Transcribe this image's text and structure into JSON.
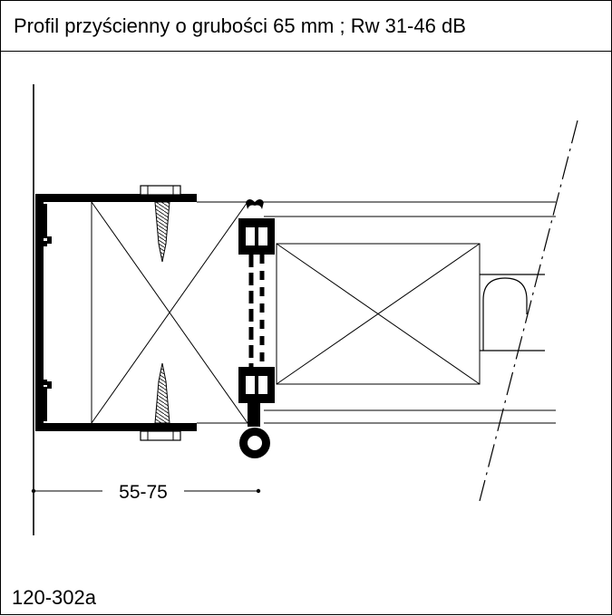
{
  "title": "Profil przyścienny o grubości 65 mm ; Rw 31-46 dB",
  "dimension_label": "55-75",
  "drawing_code": "120-302a",
  "colors": {
    "line": "#000000",
    "background": "#ffffff"
  }
}
